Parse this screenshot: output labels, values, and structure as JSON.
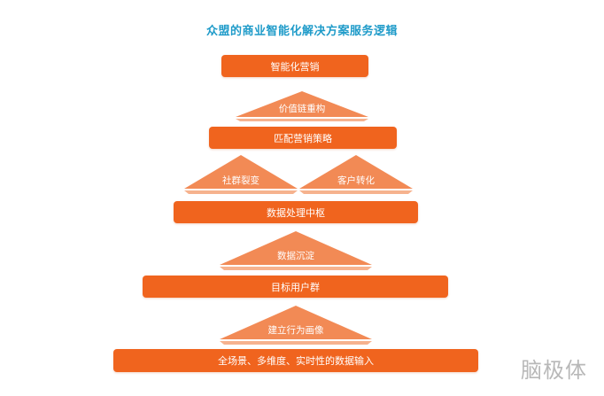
{
  "title": "众盟的商业智能化解决方案服务逻辑",
  "colors": {
    "title": "#1f9bc9",
    "bar": "#f0641e",
    "triangle": "#f28a55",
    "triangle_base": "#f6b28e"
  },
  "levels": {
    "bar1": "智能化营销",
    "tri1": "价值链重构",
    "bar2": "匹配营销策略",
    "tri2_left": "社群裂变",
    "tri2_right": "客户转化",
    "bar3": "数据处理中枢",
    "tri3": "数据沉淀",
    "bar4": "目标用户群",
    "tri4": "建立行为画像",
    "bar5": "全场景、多维度、实时性的数据输入"
  },
  "watermark": "脑极体"
}
